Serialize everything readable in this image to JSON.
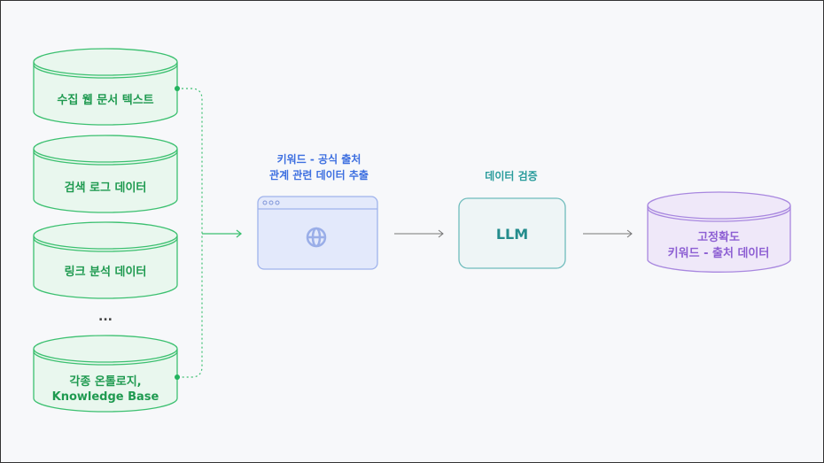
{
  "sources": [
    {
      "label": "수집 웹 문서 텍스트"
    },
    {
      "label": "검색 로그 데이터"
    },
    {
      "label": "링크 분석 데이터"
    },
    {
      "label_line1": "각종 온톨로지,",
      "label_line2": "Knowledge Base"
    }
  ],
  "ellipsis": "...",
  "extract": {
    "title_line1": "키워드 - 공식 출처",
    "title_line2": "관계 관련 데이터 추출",
    "icon": "globe-icon"
  },
  "validate": {
    "title": "데이터 검증",
    "box_label": "LLM"
  },
  "output": {
    "line1": "고정확도",
    "line2": "키워드 - 출처 데이터"
  },
  "colors": {
    "green": "#22b35e",
    "green_fill": "#e9f7ee",
    "blue": "#3d6fe0",
    "blue_fill": "#e3e9fb",
    "teal": "#2a9c9c",
    "teal_fill": "#eef5f6",
    "purple": "#8d5fd3",
    "purple_fill": "#efe8f9",
    "background": "#f7f8fa"
  }
}
